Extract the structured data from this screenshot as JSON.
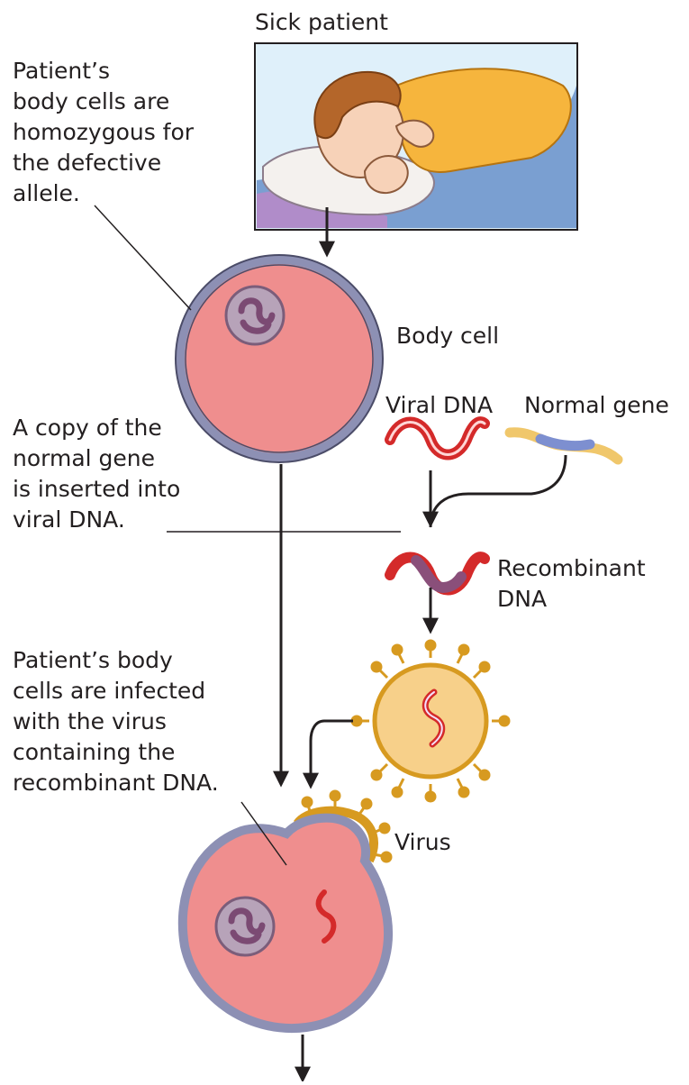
{
  "diagram": {
    "labels": {
      "sick_patient": "Sick patient",
      "homozygous_note": "Patient’s\nbody cells are\nhomozygous for\nthe defective\nallele.",
      "body_cell": "Body cell",
      "viral_dna": "Viral DNA",
      "normal_gene": "Normal gene",
      "insert_note": "A copy of the\nnormal gene\nis inserted into\nviral DNA.",
      "recombinant_dna": "Recombinant\nDNA",
      "infect_note": "Patient’s body\ncells are infected\nwith the virus\ncontaining the\nrecombinant DNA.",
      "virus": "Virus"
    },
    "colors": {
      "cell_fill": "#ef8e8e",
      "cell_membrane": "#8d90b4",
      "nucleus_fill": "#b7a3b9",
      "chromosome": "#7b4a73",
      "viral_dna": "#d42a2a",
      "normal_gene_ends": "#f0c76b",
      "normal_gene_middle": "#7d8fd0",
      "virus_fill": "#f7d08a",
      "virus_outline": "#d79a20",
      "scene_sky": "#dff0fa",
      "scene_blanket": "#7a9fd1",
      "pajamas": "#f6b53d",
      "hair": "#b4662a"
    }
  }
}
